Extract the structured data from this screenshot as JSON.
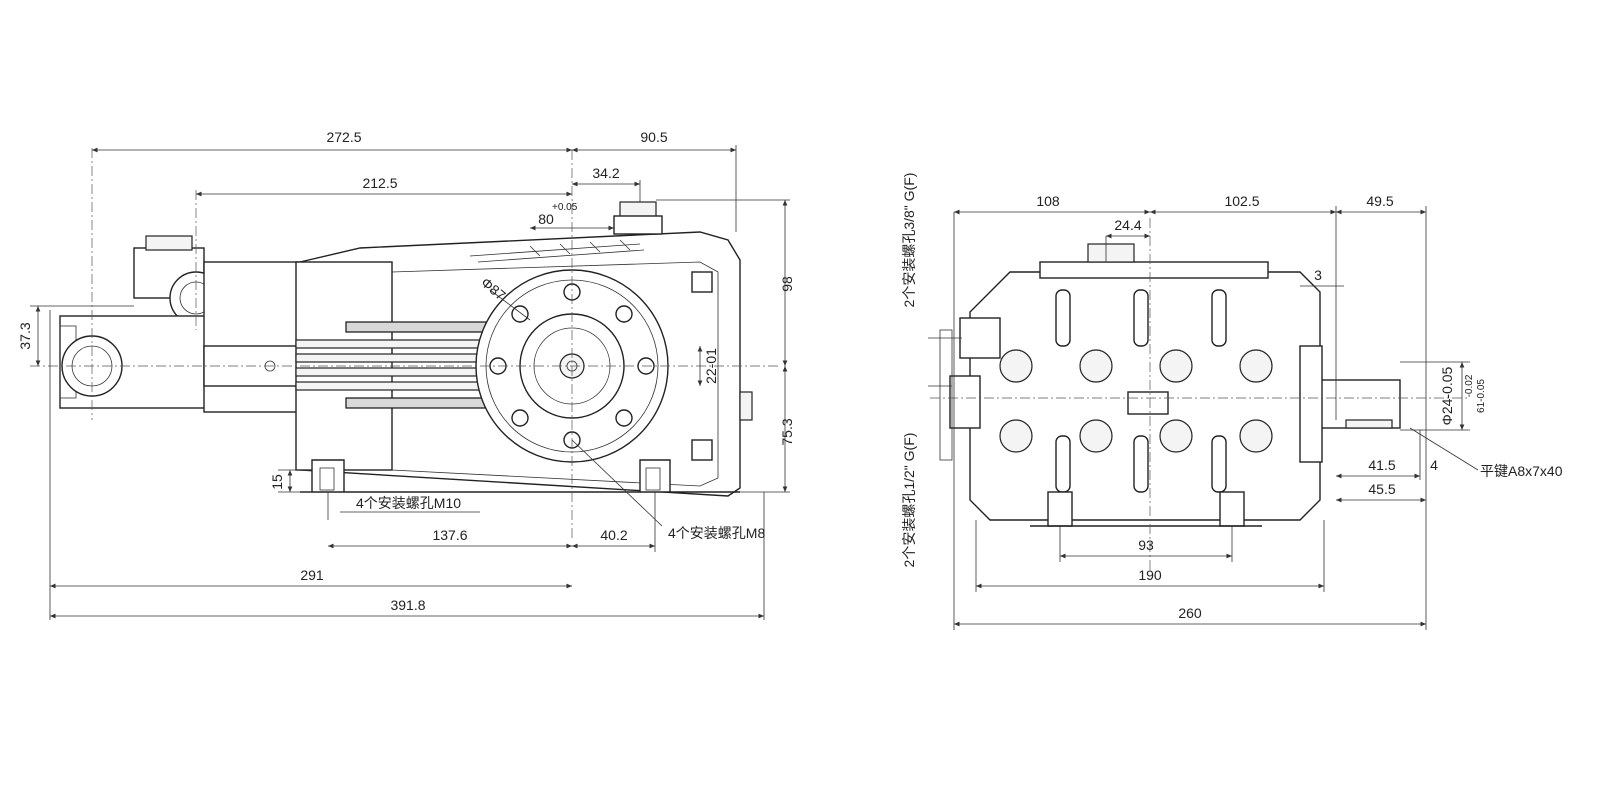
{
  "side_view": {
    "dims": {
      "d_272_5": "272.5",
      "d_90_5": "90.5",
      "d_212_5": "212.5",
      "d_34_2": "34.2",
      "d_80": "80",
      "d_80_tol": "+0.05",
      "d_phi87": "Φ87",
      "d_98": "98",
      "d_37_3": "37.3",
      "d_22_01": "22-01",
      "d_75_3": "75.3",
      "d_15": "15",
      "d_137_6": "137.6",
      "d_40_2": "40.2",
      "d_291": "291",
      "d_391_8": "391.8"
    },
    "notes": {
      "m10_holes": "4个安装螺孔M10",
      "m8_holes": "4个安装螺孔M8"
    }
  },
  "front_view": {
    "dims": {
      "d_108": "108",
      "d_102_5": "102.5",
      "d_49_5": "49.5",
      "d_24_4": "24.4",
      "d_3": "3",
      "d_phi24": "Φ24-0.05",
      "d_tol_a": "-0.02",
      "d_tol_b": "61-0.05",
      "d_41_5": "41.5",
      "d_4": "4",
      "d_45_5": "45.5",
      "d_93": "93",
      "d_190": "190",
      "d_260": "260"
    },
    "notes": {
      "port_top": "2个安装螺孔3/8\" G(F)",
      "port_bottom": "2个安装螺孔1/2\" G(F)",
      "key": "平键A8x7x40"
    }
  }
}
